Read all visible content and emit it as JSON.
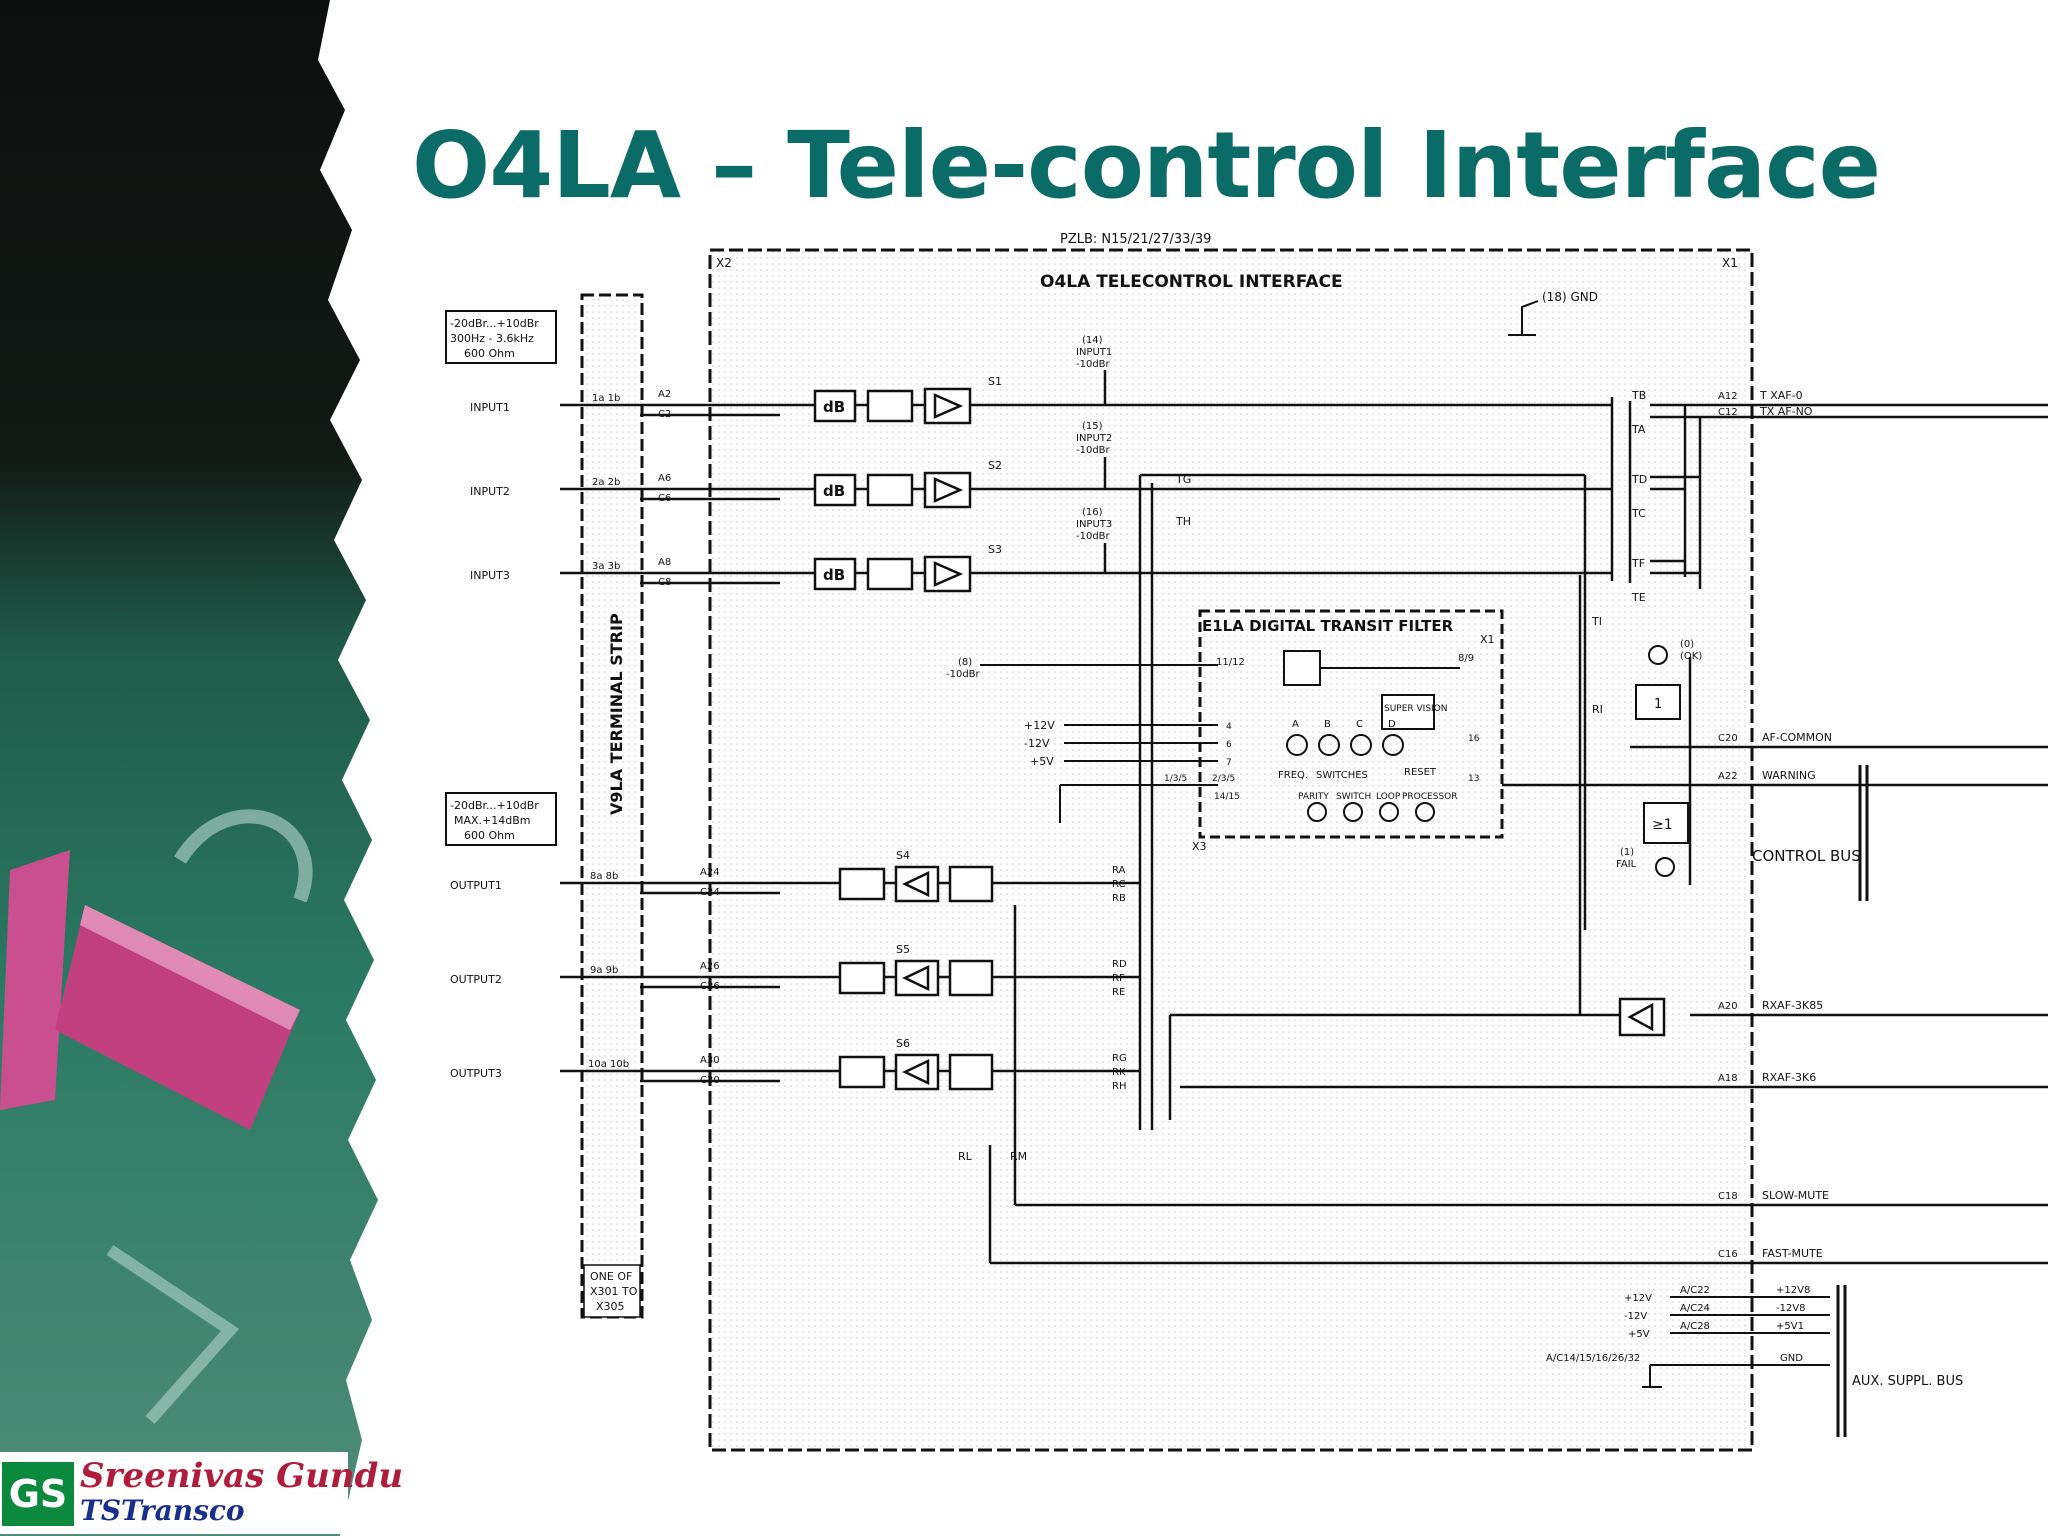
{
  "slide": {
    "title": "O4LA – Tele-control Interface"
  },
  "diagram": {
    "header_ref": "PZLB: N15/21/27/33/39",
    "title": "O4LA TELECONTROL INTERFACE",
    "frame_left_tag": "X2",
    "frame_right_tag": "X1",
    "gnd_label": "(18) GND",
    "input_spec": [
      "-20dBr...+10dBr",
      "300Hz - 3.6kHz",
      "600 Ohm"
    ],
    "output_spec": [
      "-20dBr...+10dBr",
      "MAX.+14dBm",
      "600 Ohm"
    ],
    "terminal_strip": "V9LA TERMINAL STRIP",
    "terminal_note": [
      "ONE OF",
      "X301 TO",
      "X305"
    ],
    "inputs": [
      {
        "name": "INPUT1",
        "pins": "1a 1b",
        "a": "A2",
        "c": "C2",
        "switch": "S1",
        "tap": [
          "(14)",
          "INPUT1",
          "-10dBr"
        ]
      },
      {
        "name": "INPUT2",
        "pins": "2a 2b",
        "a": "A6",
        "c": "C6",
        "switch": "S2",
        "tap": [
          "(15)",
          "INPUT2",
          "-10dBr"
        ]
      },
      {
        "name": "INPUT3",
        "pins": "3a 3b",
        "a": "A8",
        "c": "C8",
        "switch": "S3",
        "tap": [
          "(16)",
          "INPUT3",
          "-10dBr"
        ]
      }
    ],
    "outputs": [
      {
        "name": "OUTPUT1",
        "pins": "8a 8b",
        "a": "A24",
        "c": "C24",
        "switch": "S4",
        "relays": [
          "RA",
          "RC",
          "RB"
        ]
      },
      {
        "name": "OUTPUT2",
        "pins": "9a 9b",
        "a": "A26",
        "c": "C26",
        "switch": "S5",
        "relays": [
          "RD",
          "RF",
          "RE"
        ]
      },
      {
        "name": "OUTPUT3",
        "pins": "10a 10b",
        "a": "A30",
        "c": "C30",
        "switch": "S6",
        "relays": [
          "RG",
          "RK",
          "RH"
        ]
      }
    ],
    "db_label": "dB",
    "transit_labels": [
      "TG",
      "TH",
      "TB",
      "TA",
      "TD",
      "TC",
      "TF",
      "TE",
      "TI",
      "RI",
      "RL",
      "RM"
    ],
    "filter": {
      "title": "E1LA DIGITAL TRANSIT FILTER",
      "x1": "X1",
      "x3": "X3",
      "level_in": [
        "(8)",
        "-10dBr"
      ],
      "pins_in": "11/12",
      "pins_out": "8/9",
      "supply": [
        "+12V",
        "-12V",
        "+5V"
      ],
      "switch_letters": [
        "A",
        "B",
        "C",
        "D"
      ],
      "freq_label": "FREQ.",
      "switches_label": "SWITCHES",
      "reset_label": "RESET",
      "supervision": "SUPER VISION",
      "lamps": [
        "PARITY",
        "SWITCH",
        "LOOP",
        "PROCESSOR"
      ],
      "misc_pins": [
        "4",
        "6",
        "7",
        "1/3/5",
        "2/3/5",
        "14/15",
        "16",
        "13"
      ]
    },
    "indicators": {
      "ok": [
        "(0)",
        "(OK)"
      ],
      "fail": [
        "(1)",
        "FAIL"
      ],
      "gate1": "1",
      "gate2": "≥1"
    },
    "right_signals": [
      {
        "pin": "A12",
        "label": "T XAF-0"
      },
      {
        "pin": "C12",
        "label": "TX AF-NO"
      },
      {
        "pin": "C20",
        "label": "AF-COMMON"
      },
      {
        "pin": "A22",
        "label": "WARNING"
      },
      {
        "pin": "A20",
        "label": "RXAF-3K85"
      },
      {
        "pin": "A18",
        "label": "RXAF-3K6"
      },
      {
        "pin": "C18",
        "label": "SLOW-MUTE"
      },
      {
        "pin": "C16",
        "label": "FAST-MUTE"
      }
    ],
    "control_bus": "CONTROL BUS",
    "aux_supply": [
      {
        "v": "+12V",
        "pin": "A/C22",
        "label": "+12V8"
      },
      {
        "v": "-12V",
        "pin": "A/C24",
        "label": "-12V8"
      },
      {
        "v": "+5V",
        "pin": "A/C28",
        "label": "+5V1"
      }
    ],
    "gnd_pins": "A/C14/15/16/26/32",
    "gnd_text": "GND",
    "aux_bus": "AUX. SUPPL. BUS"
  },
  "logo": {
    "initials": "GS",
    "name": "Sreenivas Gundu",
    "org": "TSTransco"
  }
}
